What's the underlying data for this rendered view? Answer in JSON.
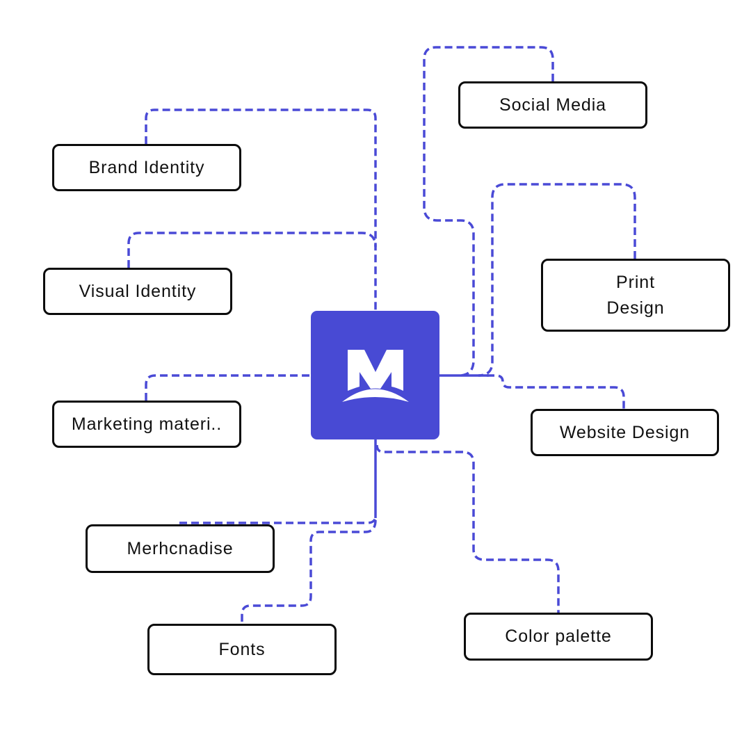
{
  "diagram": {
    "type": "mind-map",
    "line_color": "#4a4ad6",
    "hub_color": "#484ad4",
    "hub": {
      "icon": "m-logo-icon",
      "label": "M"
    },
    "nodes": [
      {
        "id": "social-media",
        "label": "Social Media"
      },
      {
        "id": "brand-identity",
        "label": "Brand Identity"
      },
      {
        "id": "print-design",
        "label": "Print\nDesign"
      },
      {
        "id": "visual-identity",
        "label": "Visual Identity"
      },
      {
        "id": "marketing-materials",
        "label": "Marketing materi.."
      },
      {
        "id": "website-design",
        "label": "Website Design"
      },
      {
        "id": "merchandise",
        "label": "Merhcnadise"
      },
      {
        "id": "color-palette",
        "label": "Color palette"
      },
      {
        "id": "fonts",
        "label": "Fonts"
      }
    ]
  }
}
